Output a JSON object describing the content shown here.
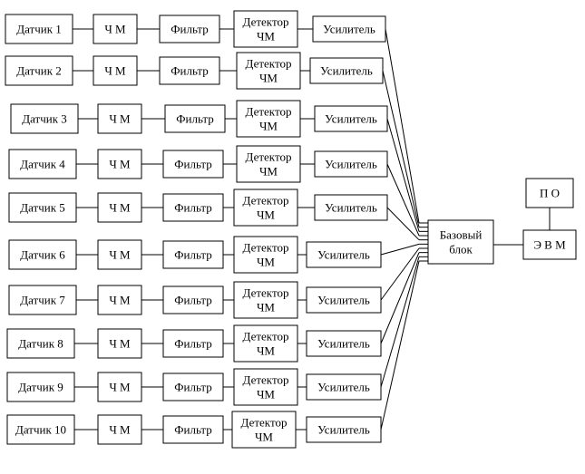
{
  "rows": [
    {
      "sensor": "Датчик 1",
      "modulator": "Ч М",
      "filter": "Фильтр",
      "detector_line1": "Детектор",
      "detector_line2": "ЧМ",
      "amplifier": "Усилитель"
    },
    {
      "sensor": "Датчик 2",
      "modulator": "Ч М",
      "filter": "Фильтр",
      "detector_line1": "Детектор",
      "detector_line2": "ЧМ",
      "amplifier": "Усилитель"
    },
    {
      "sensor": "Датчик  3",
      "modulator": "Ч М",
      "filter": "Фильтр",
      "detector_line1": "Детектор",
      "detector_line2": "ЧМ",
      "amplifier": "Усилитель"
    },
    {
      "sensor": "Датчик 4",
      "modulator": "Ч М",
      "filter": "Фильтр",
      "detector_line1": "Детектор",
      "detector_line2": "ЧМ",
      "amplifier": "Усилитель"
    },
    {
      "sensor": "Датчик  5",
      "modulator": "Ч М",
      "filter": "Фильтр",
      "detector_line1": "Детектор",
      "detector_line2": "ЧМ",
      "amplifier": "Усилитель"
    },
    {
      "sensor": "Датчик  6",
      "modulator": "Ч М",
      "filter": "Фильтр",
      "detector_line1": "Детектор",
      "detector_line2": "ЧМ",
      "amplifier": "Усилитель"
    },
    {
      "sensor": "Датчик  7",
      "modulator": "Ч М",
      "filter": "Фильтр",
      "detector_line1": "Детектор",
      "detector_line2": "ЧМ",
      "amplifier": "Усилитель"
    },
    {
      "sensor": "Датчик 8",
      "modulator": "Ч М",
      "filter": "Фильтр",
      "detector_line1": "Детектор",
      "detector_line2": "ЧМ",
      "amplifier": "Усилитель"
    },
    {
      "sensor": "Датчик 9",
      "modulator": "Ч М",
      "filter": "Фильтр",
      "detector_line1": "Детектор",
      "detector_line2": "ЧМ",
      "amplifier": "Усилитель"
    },
    {
      "sensor": "Датчик 10",
      "modulator": "Ч М",
      "filter": "Фильтр",
      "detector_line1": "Детектор",
      "detector_line2": "ЧМ",
      "amplifier": "Усилитель"
    }
  ],
  "base_unit": {
    "line1": "Базовый",
    "line2": "блок"
  },
  "computer": "Э В М",
  "software": "П О"
}
